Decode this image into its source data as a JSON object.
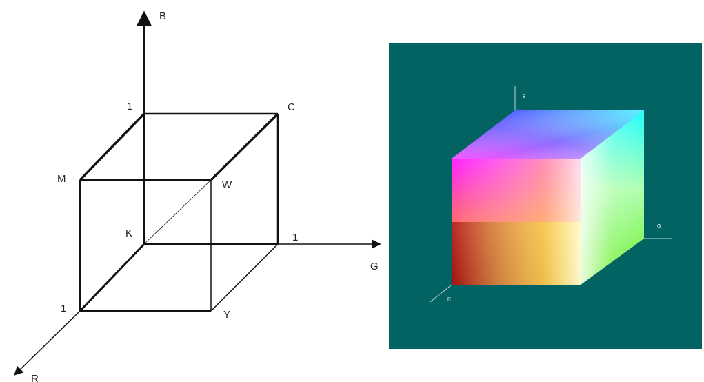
{
  "wireframe": {
    "axes": {
      "b_axis": "B",
      "g_axis": "G",
      "r_axis": "R"
    },
    "vertices": {
      "black": "K",
      "cyan": "C",
      "magenta": "M",
      "white": "W",
      "yellow": "Y"
    },
    "ticks": {
      "b_unit": "1",
      "g_unit": "1",
      "r_unit": "1"
    },
    "colors": {
      "edge": "#111111",
      "text": "#222222"
    }
  },
  "rendered_cube": {
    "axis_labels": {
      "b_axis": "B",
      "g_axis": "G",
      "r_axis": "R"
    },
    "colors": {
      "background": "#036262",
      "red": "#a01010",
      "green": "#66ee22",
      "blue": "#1010ff",
      "cyan": "#22ffff",
      "magenta": "#ff22ff",
      "yellow": "#ffff00",
      "white": "#ffffff",
      "black": "#000000"
    }
  }
}
